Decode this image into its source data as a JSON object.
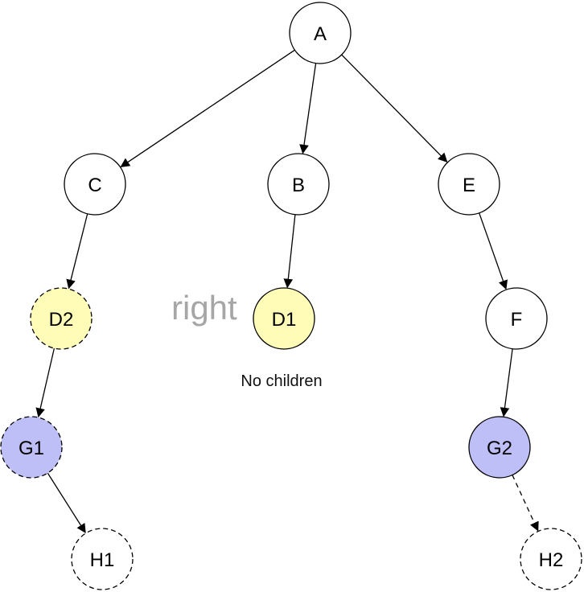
{
  "colors": {
    "plain": "#ffffff",
    "yellow": "#fffcb8",
    "blue": "#bfbff7",
    "stroke": "#000000"
  },
  "nodes": {
    "A": {
      "label": "A"
    },
    "B": {
      "label": "B"
    },
    "C": {
      "label": "C"
    },
    "E": {
      "label": "E"
    },
    "D2": {
      "label": "D2"
    },
    "D1": {
      "label": "D1"
    },
    "F": {
      "label": "F"
    },
    "G1": {
      "label": "G1"
    },
    "G2": {
      "label": "G2"
    },
    "H1": {
      "label": "H1"
    },
    "H2": {
      "label": "H2"
    }
  },
  "annotations": {
    "watermark": "right",
    "d1_note": "No children"
  },
  "edges": [
    {
      "from": "A",
      "to": "C",
      "style": "solid"
    },
    {
      "from": "A",
      "to": "B",
      "style": "solid"
    },
    {
      "from": "A",
      "to": "E",
      "style": "solid"
    },
    {
      "from": "C",
      "to": "D2",
      "style": "solid"
    },
    {
      "from": "B",
      "to": "D1",
      "style": "solid"
    },
    {
      "from": "E",
      "to": "F",
      "style": "solid"
    },
    {
      "from": "D2",
      "to": "G1",
      "style": "solid"
    },
    {
      "from": "F",
      "to": "G2",
      "style": "solid"
    },
    {
      "from": "G1",
      "to": "H1",
      "style": "solid"
    },
    {
      "from": "G2",
      "to": "H2",
      "style": "dashed"
    }
  ]
}
